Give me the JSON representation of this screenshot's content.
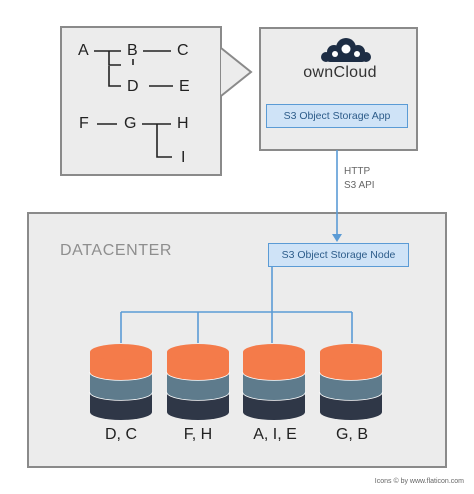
{
  "tree": {
    "nodes": [
      "A",
      "B",
      "C",
      "D",
      "E",
      "F",
      "G",
      "H",
      "I"
    ]
  },
  "app": {
    "logo_text": "ownCloud",
    "storage_app_label": "S3 Object Storage App"
  },
  "connection": {
    "protocol": "HTTP",
    "api": "S3 API"
  },
  "datacenter": {
    "title": "DATACENTER",
    "node_label": "S3 Object Storage Node",
    "databases": [
      {
        "label": "D, C"
      },
      {
        "label": "F, H"
      },
      {
        "label": "A, I, E"
      },
      {
        "label": "G, B"
      }
    ]
  },
  "colors": {
    "db_top": "#f47b4a",
    "db_middle": "#5e7b8c",
    "db_bottom": "#2f3747",
    "line_blue": "#5b9bd5",
    "box_fill": "#ececec",
    "box_border": "#8a8a8a"
  },
  "credit": "Icons © by www.flaticon.com"
}
